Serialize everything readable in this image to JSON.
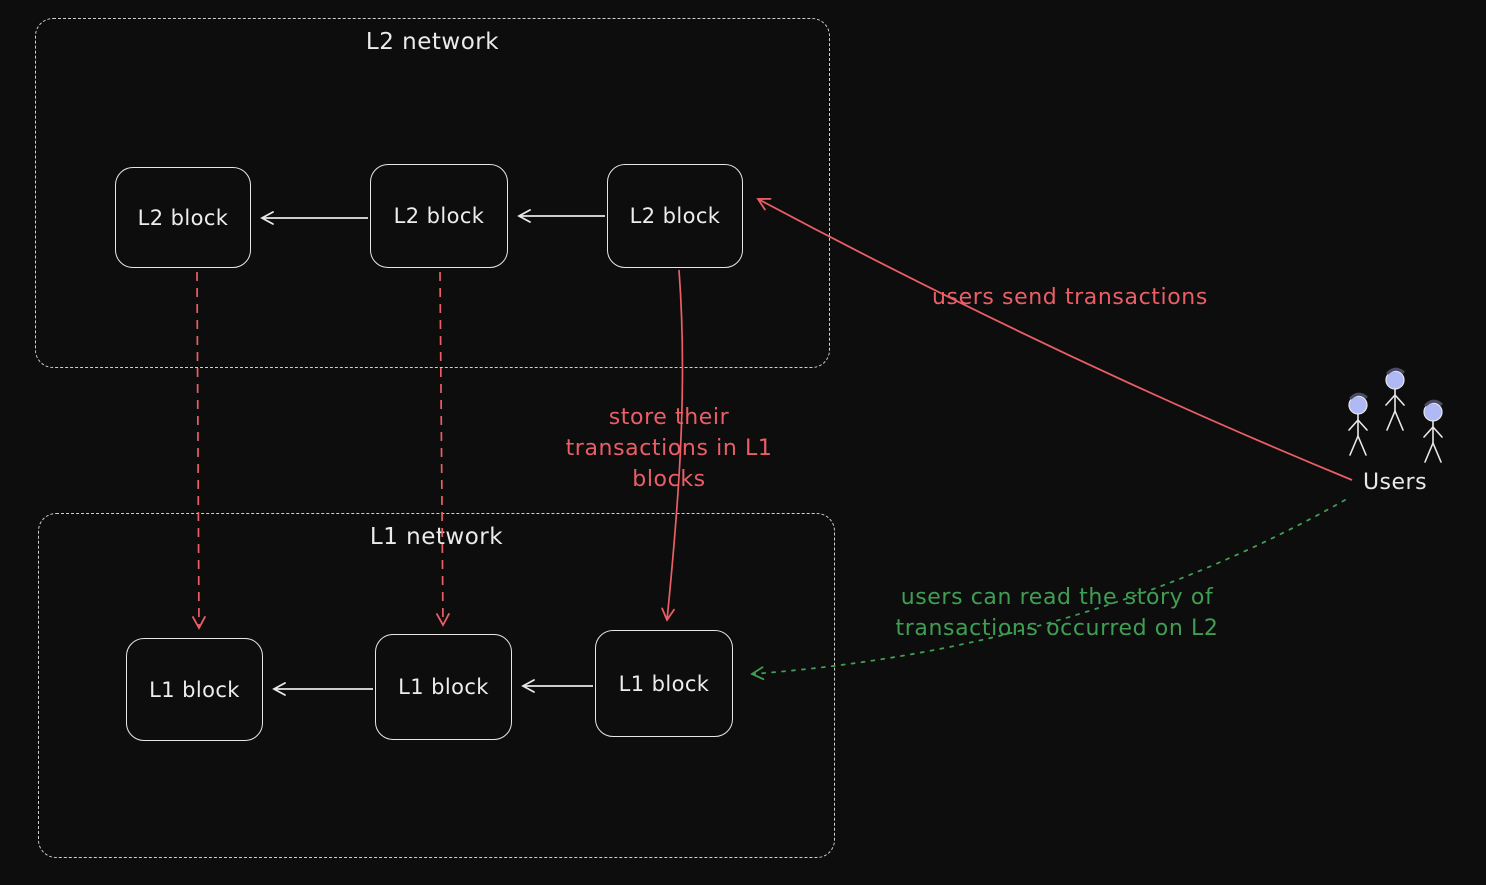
{
  "diagram": {
    "type": "layer2-rollup-explainer",
    "l2_network": {
      "label": "L2 network",
      "blocks": [
        "L2 block",
        "L2 block",
        "L2 block"
      ]
    },
    "l1_network": {
      "label": "L1 network",
      "blocks": [
        "L1 block",
        "L1 block",
        "L1 block"
      ]
    },
    "annotations": {
      "send": "users send transactions",
      "store": "store their transactions in L1 blocks",
      "read": "users can read the story of transactions occurred on L2"
    },
    "users_label": "Users",
    "colors": {
      "canvas_bg": "#0d0d0d",
      "stroke": "#e8e8e8",
      "accent_red": "#ea5e66",
      "accent_green": "#3f9e54",
      "user_head": "#aeb9f6"
    }
  }
}
